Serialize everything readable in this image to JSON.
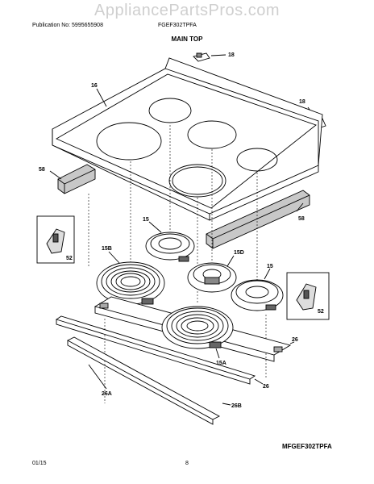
{
  "header": {
    "watermark": "AppliancePartsPros.com",
    "publication": "Publication No: 5995655908",
    "model": "FGEF302TPFA"
  },
  "section_title": "MAIN TOP",
  "callouts": {
    "c18a": "18",
    "c18b": "18",
    "c16": "16",
    "c58a": "58",
    "c58b": "58",
    "c15a": "15",
    "c15b": "15",
    "c15B": "15B",
    "c15D": "15D",
    "c15A": "15A",
    "c52a": "52",
    "c52b": "52",
    "c26a": "26",
    "c26b": "26",
    "c26A": "26A",
    "c26B": "26B"
  },
  "diagram_model": "MFGEF302TPFA",
  "footer": {
    "date": "01/15",
    "page": "8"
  }
}
